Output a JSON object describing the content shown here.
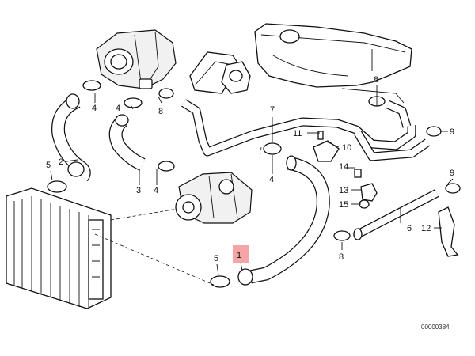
{
  "diagram": {
    "drawing_number": "00000384",
    "highlight_color": "#f4a6a6",
    "callouts": [
      {
        "id": "c1",
        "text": "1",
        "highlighted": true
      },
      {
        "id": "c2",
        "text": "2"
      },
      {
        "id": "c3",
        "text": "3"
      },
      {
        "id": "c4a",
        "text": "4"
      },
      {
        "id": "c4b",
        "text": "4"
      },
      {
        "id": "c4c",
        "text": "4"
      },
      {
        "id": "c4d",
        "text": "4"
      },
      {
        "id": "c5a",
        "text": "5"
      },
      {
        "id": "c5b",
        "text": "5"
      },
      {
        "id": "c6",
        "text": "6"
      },
      {
        "id": "c7",
        "text": "7"
      },
      {
        "id": "c8a",
        "text": "8"
      },
      {
        "id": "c8b",
        "text": "8"
      },
      {
        "id": "c8c",
        "text": "8"
      },
      {
        "id": "c9a",
        "text": "9"
      },
      {
        "id": "c9b",
        "text": "9"
      },
      {
        "id": "c10",
        "text": "10"
      },
      {
        "id": "c11",
        "text": "11"
      },
      {
        "id": "c12",
        "text": "12"
      },
      {
        "id": "c13",
        "text": "13"
      },
      {
        "id": "c14",
        "text": "14"
      },
      {
        "id": "c15",
        "text": "15"
      }
    ]
  }
}
